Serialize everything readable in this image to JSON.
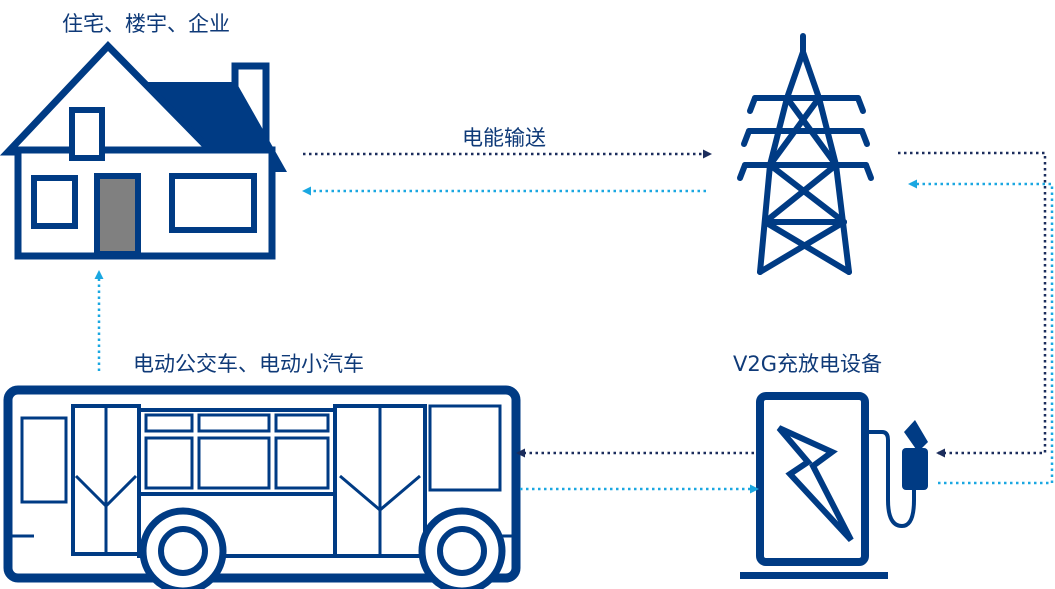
{
  "labels": {
    "buildings": "住宅、楼宇、企业",
    "energy_transfer": "电能输送",
    "vehicles": "电动公交车、电动小汽车",
    "v2g_device": "V2G充放电设备"
  },
  "icons": {
    "house": "house-icon",
    "tower": "transmission-tower-icon",
    "bus": "bus-icon",
    "charger": "charging-station-icon"
  },
  "colors": {
    "primary": "#003b84",
    "dark_arrow": "#1b2d5c",
    "light_arrow": "#1aa7e1",
    "door": "#808080",
    "text": "#0f3a78"
  }
}
